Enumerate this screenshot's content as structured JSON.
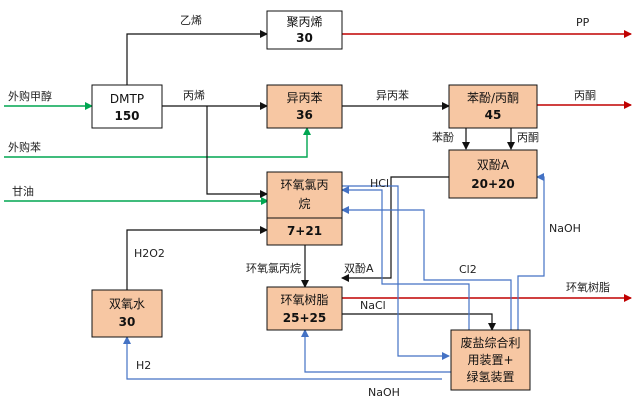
{
  "colors": {
    "process_fill": "#f7c7a3",
    "plain_fill": "#ffffff",
    "black_line": "#111111",
    "red_line": "#c00000",
    "green_line": "#00a651",
    "blue_line": "#4472c4"
  },
  "boxes": {
    "dmtp": {
      "name": "DMTP",
      "value": "150"
    },
    "polypropylene": {
      "name": "聚丙烯",
      "value": "30"
    },
    "cumene": {
      "name": "异丙苯",
      "value": "36"
    },
    "phenol_acetone": {
      "name": "苯酚/丙酮",
      "value": "45"
    },
    "bisphenol_a": {
      "name": "双酚A",
      "value": "20+20"
    },
    "epichlorohydrin": {
      "name_line1": "环氧氯丙",
      "name_line2": "烷",
      "value": "7+21"
    },
    "hydrogen_peroxide": {
      "name": "双氧水",
      "value": "30"
    },
    "epoxy_resin": {
      "name": "环氧树脂",
      "value": "25+25"
    },
    "waste_salt": {
      "line1": "废盐综合利",
      "line2": "用装置+",
      "line3": "绿氢装置"
    }
  },
  "labels": {
    "ethylene": "乙烯",
    "propylene": "丙烯",
    "purchased_methanol": "外购甲醇",
    "purchased_benzene": "外购苯",
    "glycerol": "甘油",
    "pp": "PP",
    "cumene_flow": "异丙苯",
    "acetone_out": "丙酮",
    "phenol_flow": "苯酚",
    "acetone_flow": "丙酮",
    "hcl": "HCl",
    "naoh_right": "NaOH",
    "h2o2": "H2O2",
    "ech_flow": "环氧氯丙烷",
    "bpa_flow": "双酚A",
    "cl2": "Cl2",
    "nacl": "NaCl",
    "epoxy_out": "环氧树脂",
    "h2": "H2",
    "naoh_bottom": "NaOH"
  }
}
